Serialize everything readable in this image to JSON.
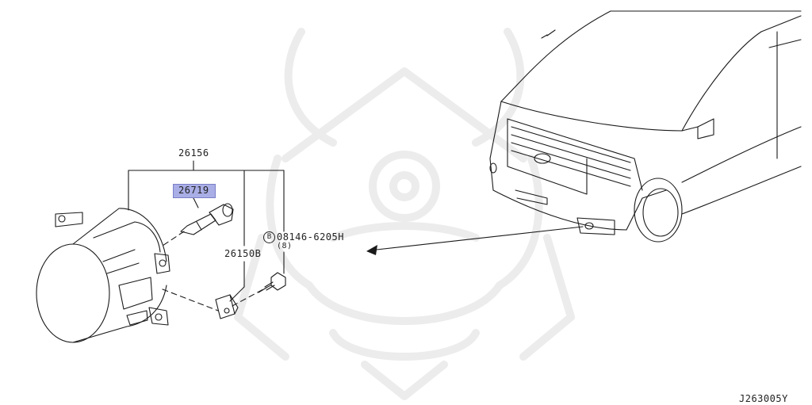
{
  "parts": {
    "assembly": "26156",
    "bulb": "26719",
    "bracket": "26150B",
    "bolt": "08146-6205H",
    "bolt_qty": "(8)",
    "bolt_prefix": "B"
  },
  "diagram_code": "J263005Y",
  "colors": {
    "highlight": "#a9aee6",
    "line": "#1a1a1a",
    "watermark": "#ececec"
  }
}
